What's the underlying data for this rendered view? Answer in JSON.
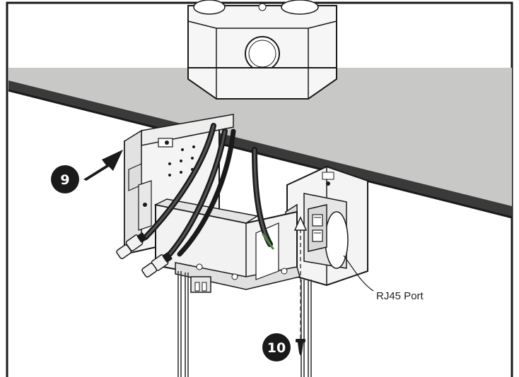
{
  "steps": [
    {
      "number": "9"
    },
    {
      "number": "10"
    }
  ],
  "callouts": [
    {
      "label": "RJ45 Port"
    }
  ],
  "colors": {
    "ceiling": "#c8c8c6",
    "ceiling_edge": "#1a1a1a",
    "outline": "#1a1a1a",
    "badge": "#1a1a1a",
    "badge_text": "#ffffff",
    "arrow": "#1a1a1a",
    "metal_light": "#f4f4f4",
    "metal_shade": "#dcdcdc",
    "cable": "#222222"
  },
  "icons": [
    "push-arrow-icon",
    "up-arrow-icon",
    "screw-icon"
  ]
}
